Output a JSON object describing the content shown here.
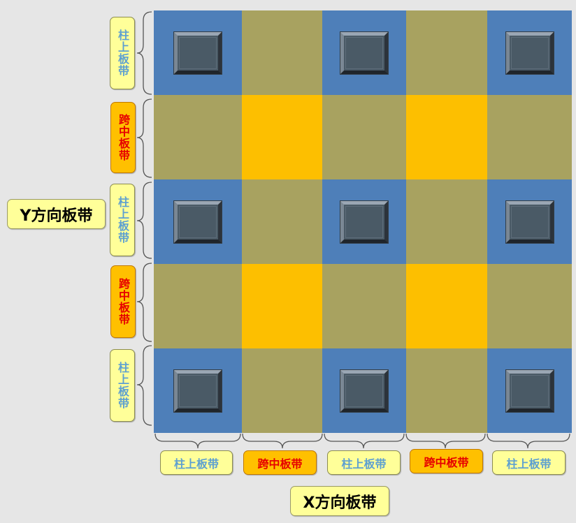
{
  "y_axis": {
    "title": "Y方向板带"
  },
  "x_axis": {
    "title": "X方向板带"
  },
  "y_strips": [
    {
      "label": "柱上板带",
      "kind": "column"
    },
    {
      "label": "跨中板带",
      "kind": "middle"
    },
    {
      "label": "柱上板带",
      "kind": "column"
    },
    {
      "label": "跨中板带",
      "kind": "middle"
    },
    {
      "label": "柱上板带",
      "kind": "column"
    }
  ],
  "x_strips": [
    {
      "label": "柱上板带",
      "kind": "column"
    },
    {
      "label": "跨中板带",
      "kind": "middle"
    },
    {
      "label": "柱上板带",
      "kind": "column"
    },
    {
      "label": "跨中板带",
      "kind": "middle"
    },
    {
      "label": "柱上板带",
      "kind": "column"
    }
  ],
  "colors": {
    "column_strip_overlap": "#4e7fb9",
    "single_middle_strip": "#a8a260",
    "middle_strip_overlap": "#fdbf00",
    "column_label_text": "#5ea0d0",
    "middle_label_text": "#e60000",
    "label_fill": "#ffff99",
    "middle_label_fill": "#ffc000"
  },
  "icons": {
    "column": "column-section-icon",
    "brace": "curly-brace-icon"
  }
}
